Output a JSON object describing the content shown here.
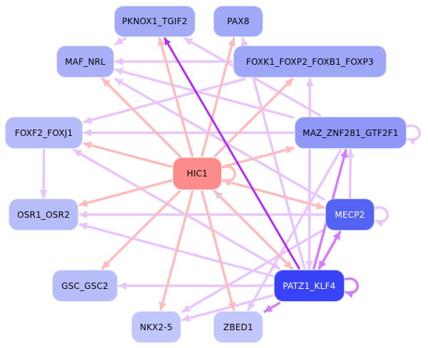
{
  "title": "Transcription factor regulatory network",
  "nodes": [
    {
      "id": "PKNOX1_TGIF2",
      "label": "PKNOX1_TGIF2",
      "fill": "#a3abf7",
      "text": "#000000"
    },
    {
      "id": "PAX8",
      "label": "PAX8",
      "fill": "#a0a8f8",
      "text": "#000000"
    },
    {
      "id": "MAF_NRL",
      "label": "MAF_NRL",
      "fill": "#a9b0f7",
      "text": "#000000"
    },
    {
      "id": "FOXK1_FOXP2_FOXB1_FOXP3",
      "label": "FOXK1_FOXP2_FOXB1_FOXP3",
      "fill": "#9ea6f8",
      "text": "#000000"
    },
    {
      "id": "FOXF2_FOXJ1",
      "label": "FOXF2_FOXJ1",
      "fill": "#b5bbf8",
      "text": "#000000"
    },
    {
      "id": "MAZ_ZNF281_GTF2F1",
      "label": "MAZ_ZNF281_GTF2F1",
      "fill": "#8f98f7",
      "text": "#000000"
    },
    {
      "id": "HIC1",
      "label": "HIC1",
      "fill": "#fc8c8c",
      "text": "#000000"
    },
    {
      "id": "OSR1_OSR2",
      "label": "OSR1_OSR2",
      "fill": "#b7bdf9",
      "text": "#000000"
    },
    {
      "id": "MECP2",
      "label": "MECP2",
      "fill": "#5563f3",
      "text": "#ffffff"
    },
    {
      "id": "GSC_GSC2",
      "label": "GSC_GSC2",
      "fill": "#b7bdf9",
      "text": "#000000"
    },
    {
      "id": "PATZ1_KLF4",
      "label": "PATZ1_KLF4",
      "fill": "#3843f7",
      "text": "#ffffff"
    },
    {
      "id": "NKX2-5",
      "label": "NKX2-5",
      "fill": "#c2c7fb",
      "text": "#000000"
    },
    {
      "id": "ZBED1",
      "label": "ZBED1",
      "fill": "#c2c7fb",
      "text": "#000000"
    }
  ],
  "edge_colors": {
    "lavender": "#e8c6fd",
    "salmon": "#ffbcbc",
    "purple": "#b42cf6",
    "mid_purple": "#d47ef9",
    "light_blue": "#c5ccf7"
  },
  "edges": [
    {
      "from": "PATZ1_KLF4",
      "to": "PKNOX1_TGIF2",
      "color": "purple"
    },
    {
      "from": "HIC1",
      "to": "PKNOX1_TGIF2",
      "color": "salmon"
    },
    {
      "from": "MAZ_ZNF281_GTF2F1",
      "to": "PKNOX1_TGIF2",
      "color": "lavender"
    },
    {
      "from": "PKNOX1_TGIF2",
      "to": "MAF_NRL",
      "color": "lavender"
    },
    {
      "from": "HIC1",
      "to": "PAX8",
      "color": "salmon"
    },
    {
      "from": "PATZ1_KLF4",
      "to": "PAX8",
      "color": "lavender"
    },
    {
      "from": "FOXK1_FOXP2_FOXB1_FOXP3",
      "to": "MAF_NRL",
      "color": "lavender"
    },
    {
      "from": "MAZ_ZNF281_GTF2F1",
      "to": "MAF_NRL",
      "color": "lavender"
    },
    {
      "from": "MECP2",
      "to": "MAF_NRL",
      "color": "lavender"
    },
    {
      "from": "PATZ1_KLF4",
      "to": "MAF_NRL",
      "color": "lavender"
    },
    {
      "from": "HIC1",
      "to": "MAF_NRL",
      "color": "salmon"
    },
    {
      "from": "HIC1",
      "to": "FOXK1_FOXP2_FOXB1_FOXP3",
      "color": "salmon"
    },
    {
      "from": "PATZ1_KLF4",
      "to": "FOXK1_FOXP2_FOXB1_FOXP3",
      "color": "lavender"
    },
    {
      "from": "FOXK1_FOXP2_FOXB1_FOXP3",
      "to": "FOXF2_FOXJ1",
      "color": "lavender"
    },
    {
      "from": "MAZ_ZNF281_GTF2F1",
      "to": "FOXF2_FOXJ1",
      "color": "lavender"
    },
    {
      "from": "HIC1",
      "to": "FOXF2_FOXJ1",
      "color": "salmon"
    },
    {
      "from": "PATZ1_KLF4",
      "to": "FOXF2_FOXJ1",
      "color": "lavender"
    },
    {
      "from": "FOXF2_FOXJ1",
      "to": "OSR1_OSR2",
      "color": "lavender"
    },
    {
      "from": "HIC1",
      "to": "MAZ_ZNF281_GTF2F1",
      "color": "salmon"
    },
    {
      "from": "MECP2",
      "to": "MAZ_ZNF281_GTF2F1",
      "color": "lavender"
    },
    {
      "from": "PATZ1_KLF4",
      "to": "MAZ_ZNF281_GTF2F1",
      "color": "mid_purple"
    },
    {
      "from": "MAZ_ZNF281_GTF2F1",
      "to": "MAZ_ZNF281_GTF2F1",
      "color": "lavender"
    },
    {
      "from": "HIC1",
      "to": "HIC1",
      "color": "salmon"
    },
    {
      "from": "MECP2",
      "to": "HIC1",
      "color": "light_blue"
    },
    {
      "from": "PATZ1_KLF4",
      "to": "HIC1",
      "color": "light_blue"
    },
    {
      "from": "HIC1",
      "to": "MECP2",
      "color": "salmon"
    },
    {
      "from": "HIC1",
      "to": "PATZ1_KLF4",
      "color": "salmon"
    },
    {
      "from": "MECP2",
      "to": "MECP2",
      "color": "lavender"
    },
    {
      "from": "MECP2",
      "to": "PATZ1_KLF4",
      "color": "mid_purple"
    },
    {
      "from": "PATZ1_KLF4",
      "to": "MECP2",
      "color": "mid_purple"
    },
    {
      "from": "HIC1",
      "to": "OSR1_OSR2",
      "color": "salmon"
    },
    {
      "from": "MAZ_ZNF281_GTF2F1",
      "to": "OSR1_OSR2",
      "color": "lavender"
    },
    {
      "from": "MECP2",
      "to": "OSR1_OSR2",
      "color": "lavender"
    },
    {
      "from": "PATZ1_KLF4",
      "to": "OSR1_OSR2",
      "color": "lavender"
    },
    {
      "from": "HIC1",
      "to": "GSC_GSC2",
      "color": "salmon"
    },
    {
      "from": "PATZ1_KLF4",
      "to": "GSC_GSC2",
      "color": "lavender"
    },
    {
      "from": "HIC1",
      "to": "NKX2-5",
      "color": "salmon"
    },
    {
      "from": "PATZ1_KLF4",
      "to": "NKX2-5",
      "color": "lavender"
    },
    {
      "from": "MECP2",
      "to": "NKX2-5",
      "color": "lavender"
    },
    {
      "from": "HIC1",
      "to": "ZBED1",
      "color": "salmon"
    },
    {
      "from": "PATZ1_KLF4",
      "to": "ZBED1",
      "color": "mid_purple"
    },
    {
      "from": "MAZ_ZNF281_GTF2F1",
      "to": "ZBED1",
      "color": "lavender"
    },
    {
      "from": "PATZ1_KLF4",
      "to": "PATZ1_KLF4",
      "color": "mid_purple"
    },
    {
      "from": "FOXK1_FOXP2_FOXB1_FOXP3",
      "to": "PATZ1_KLF4",
      "color": "lavender"
    },
    {
      "from": "MAF_NRL",
      "to": "PATZ1_KLF4",
      "color": "lavender"
    },
    {
      "from": "FOXF2_FOXJ1",
      "to": "PATZ1_KLF4",
      "color": "lavender"
    }
  ]
}
